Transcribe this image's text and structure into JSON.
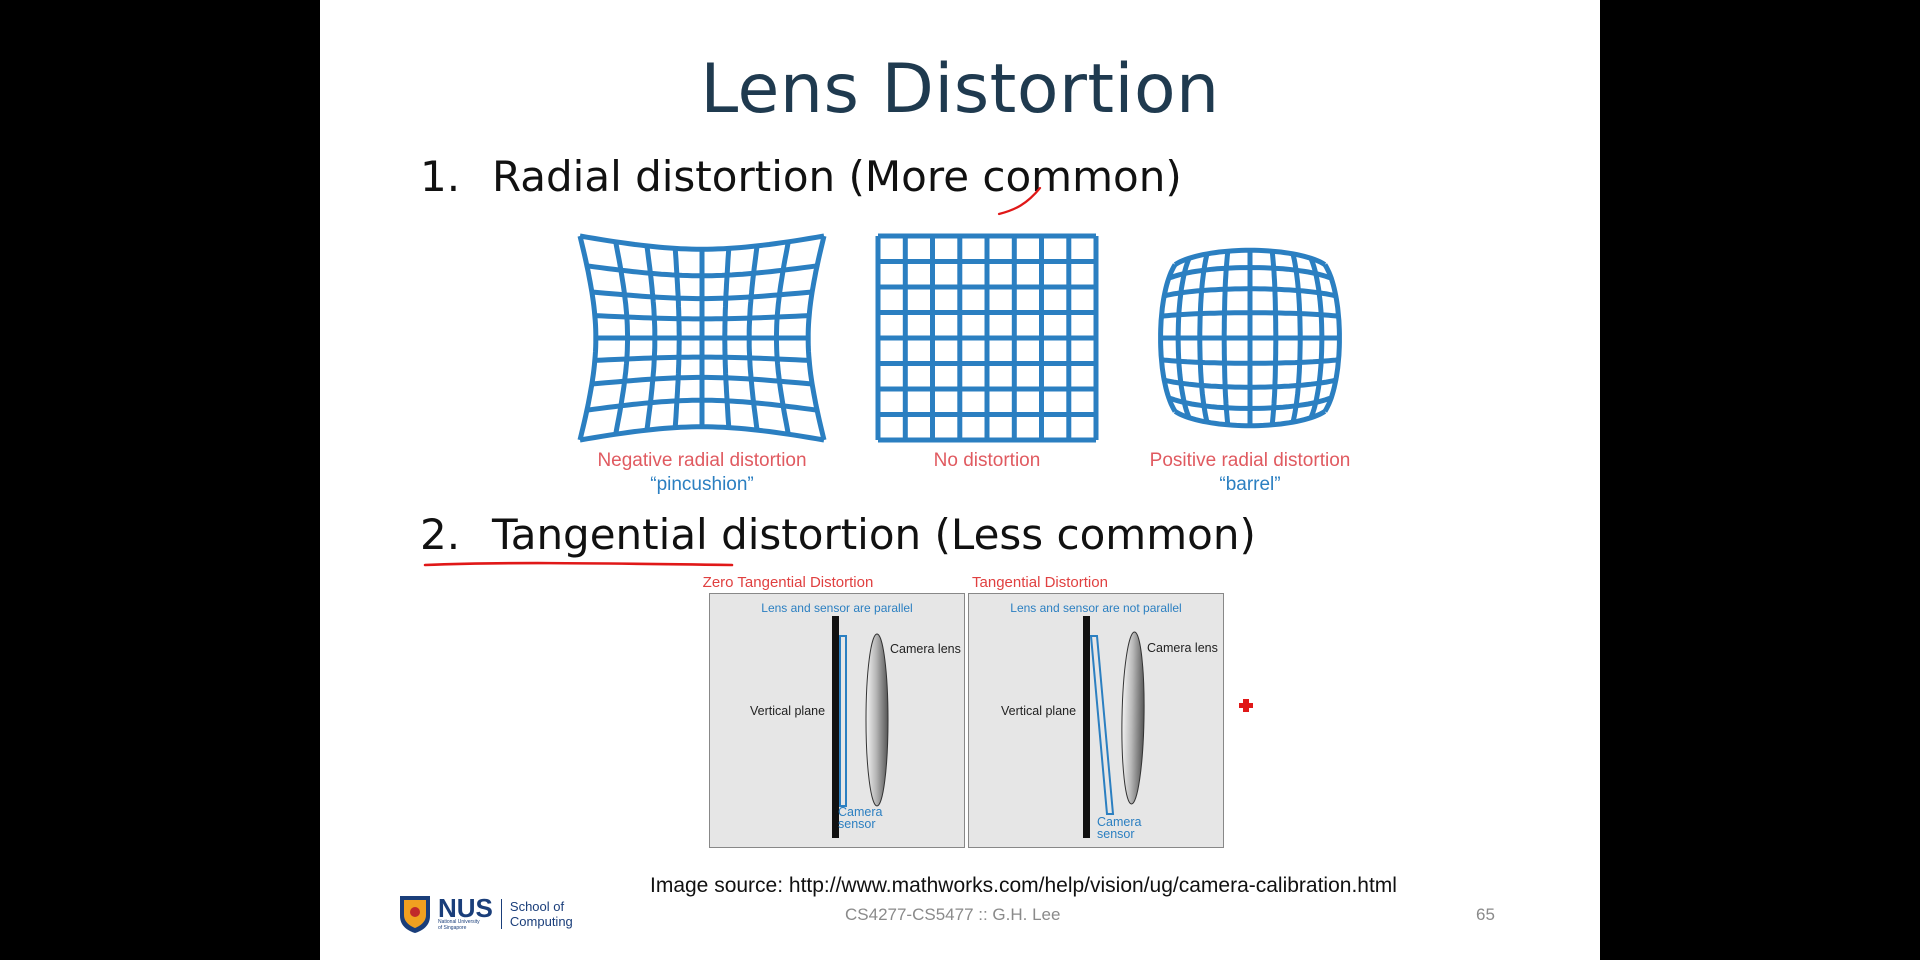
{
  "slide": {
    "title": "Lens Distortion",
    "items": [
      {
        "num": "1.",
        "text": "Radial distortion (More common)"
      },
      {
        "num": "2.",
        "text": "Tangential distortion (Less common)"
      }
    ],
    "radial_figures": [
      {
        "caption": "Negative radial distortion",
        "sub": "“pincushion”",
        "kind": "pincushion"
      },
      {
        "caption": "No distortion",
        "sub": "",
        "kind": "none"
      },
      {
        "caption": "Positive radial distortion",
        "sub": "“barrel”",
        "kind": "barrel"
      }
    ],
    "tangential_figures": [
      {
        "title": "Zero Tangential Distortion",
        "subtitle": "Lens and sensor are parallel",
        "plane_label": "Vertical plane",
        "lens_label": "Camera lens",
        "sensor_label": "Camera sensor",
        "tilted": false
      },
      {
        "title": "Tangential Distortion",
        "subtitle": "Lens and sensor are not parallel",
        "plane_label": "Vertical plane",
        "lens_label": "Camera lens",
        "sensor_label": "Camera sensor",
        "tilted": true
      }
    ],
    "image_source": "Image source: http://www.mathworks.com/help/vision/ug/camera-calibration.html",
    "footer_course": "CS4277-CS5477 :: G.H. Lee",
    "page_number": "65",
    "logo": {
      "name": "NUS",
      "small": "National University of Singapore",
      "school_line1": "School of",
      "school_line2": "Computing"
    },
    "colors": {
      "grid": "#2b7fc1",
      "caption_red": "#e05a60",
      "title": "#1f3a4f",
      "annotation": "#e01818"
    }
  }
}
